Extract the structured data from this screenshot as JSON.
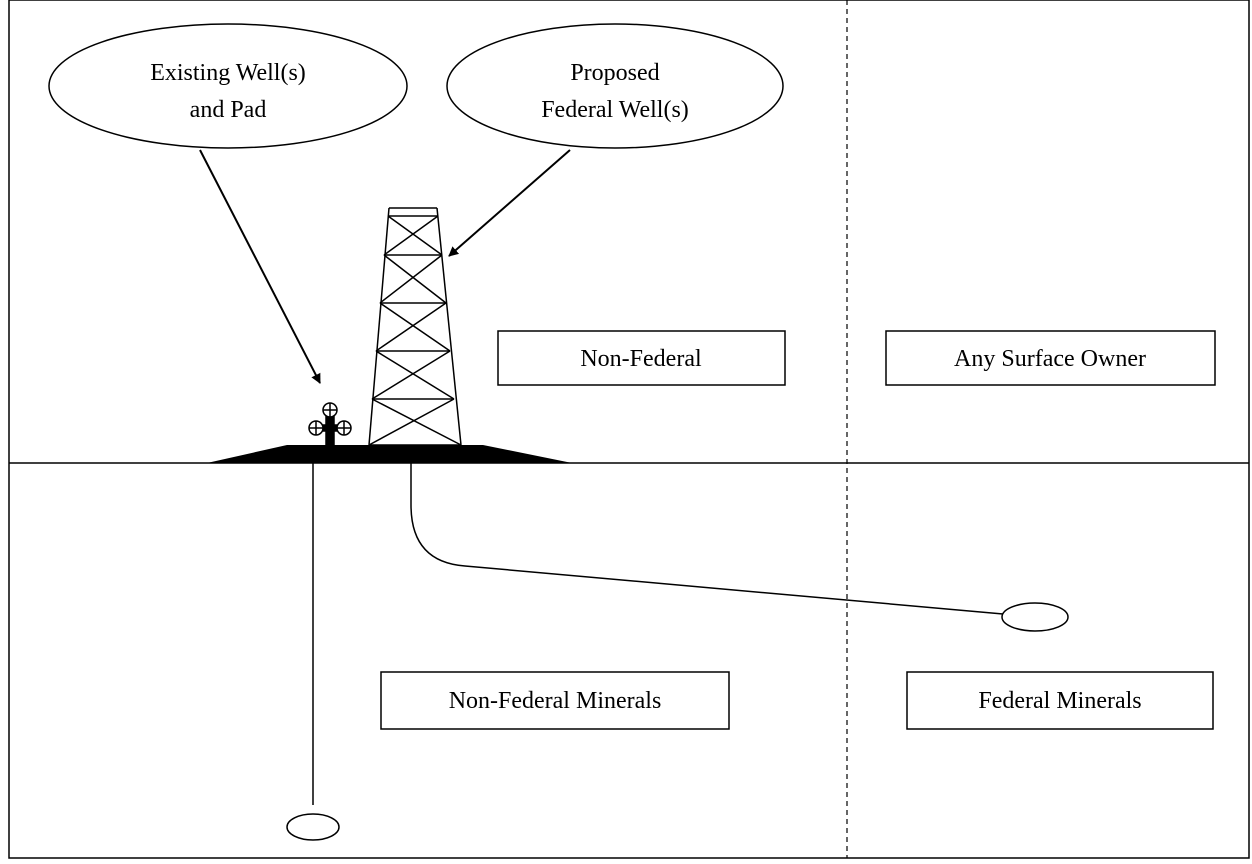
{
  "callouts": {
    "existing": {
      "line1": "Existing Well(s)",
      "line2": "and Pad"
    },
    "proposed": {
      "line1": "Proposed",
      "line2": "Federal Well(s)"
    }
  },
  "labels": {
    "non_federal": "Non-Federal",
    "any_surface_owner": "Any Surface Owner",
    "non_federal_minerals": "Non-Federal Minerals",
    "federal_minerals": "Federal Minerals"
  },
  "icons": {
    "drilling_rig": "drilling-rig-icon",
    "wellhead": "wellhead-icon"
  },
  "colors": {
    "ink": "#000000",
    "background": "#ffffff"
  }
}
